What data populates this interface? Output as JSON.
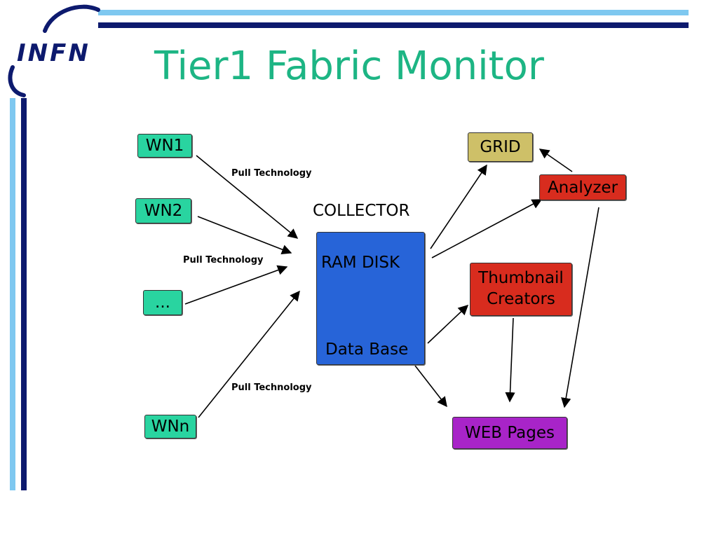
{
  "logo": {
    "text": "INFN"
  },
  "title": "Tier1 Fabric Monitor",
  "diagram": {
    "collector_label": "COLLECTOR",
    "collector": {
      "top_text": "RAM DISK",
      "bottom_text": "Data Base"
    },
    "worker_nodes": [
      "WN1",
      "WN2",
      "...",
      "WNn"
    ],
    "pull_labels": [
      "Pull Technology",
      "Pull Technology",
      "Pull Technology"
    ],
    "outputs": {
      "grid": "GRID",
      "analyzer": "Analyzer",
      "thumbnail_line1": "Thumbnail",
      "thumbnail_line2": "Creators",
      "web_pages": "WEB Pages"
    }
  },
  "colors": {
    "title": "#1db584",
    "worker_node": "#29d4a0",
    "collector": "#2764d8",
    "grid": "#cec068",
    "analyzer": "#d82c1e",
    "thumbnail": "#d82c1e",
    "web_pages": "#a824c8",
    "bar_light": "#7ec8f0",
    "bar_dark": "#0d1a6e"
  }
}
